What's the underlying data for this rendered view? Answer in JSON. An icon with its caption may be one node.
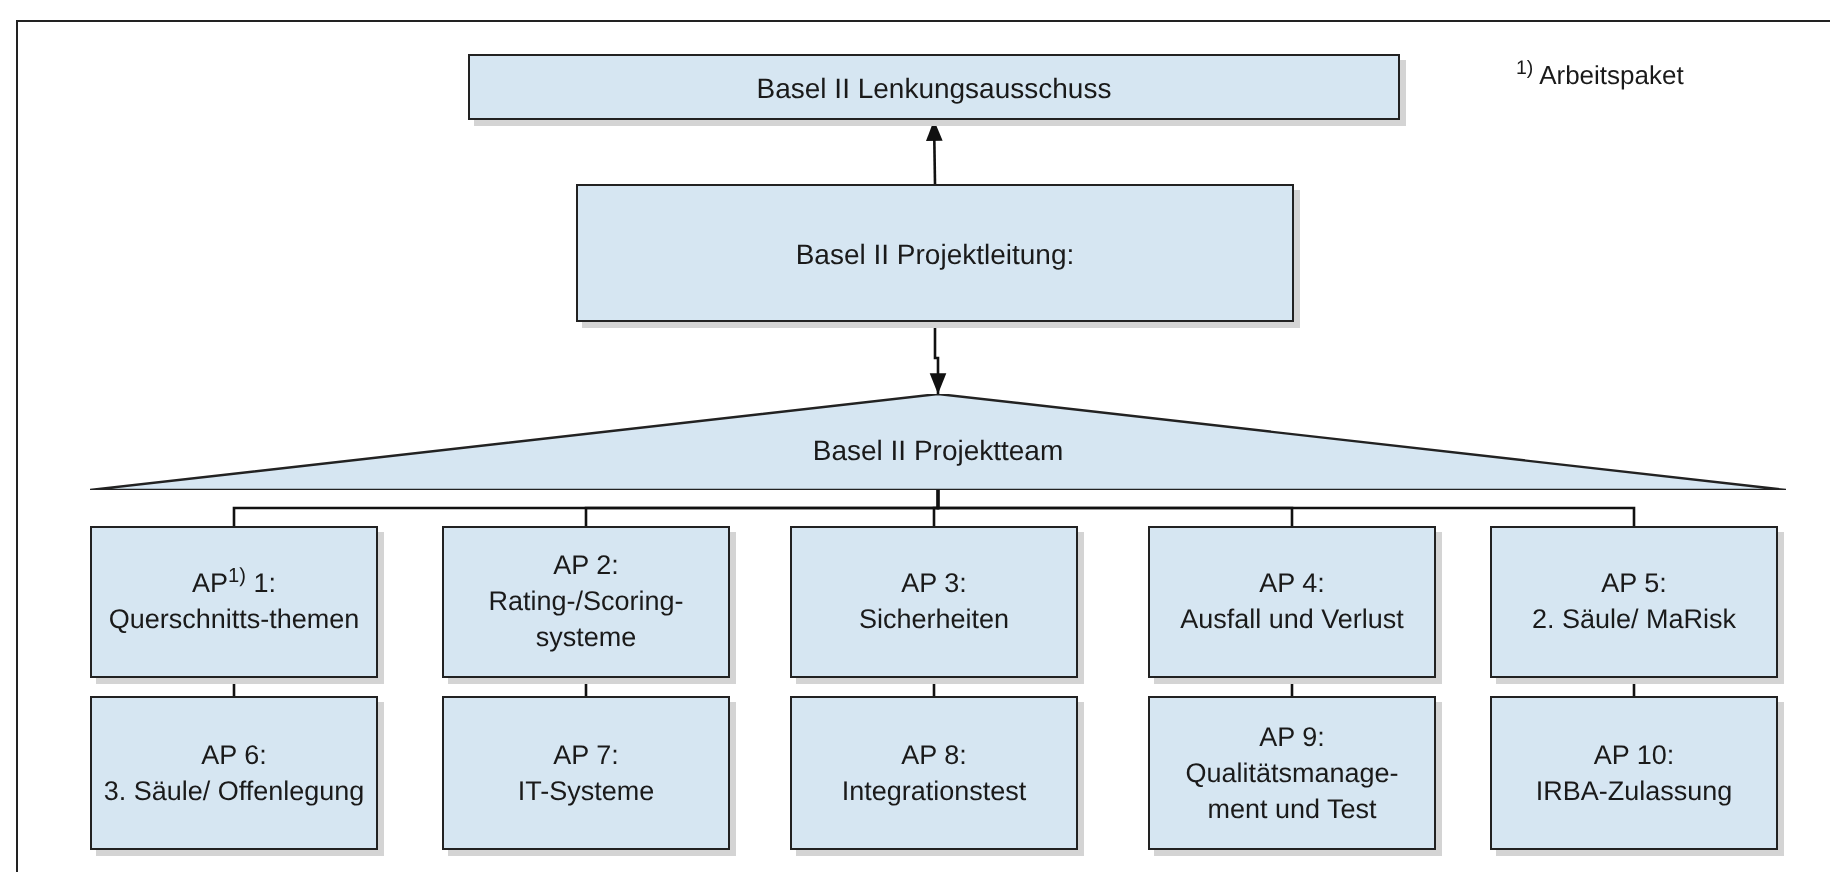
{
  "diagram": {
    "nodes": [
      {
        "text": [
          "Basel II Lenkungsausschuss"
        ]
      },
      {
        "text": [
          "Basel II Projektleitung:"
        ]
      },
      {
        "text": [
          "Basel II Projektteam"
        ]
      },
      {
        "text": [
          "AP$^{1)}$ 1:",
          "Querschnitts-themen"
        ]
      },
      {
        "text": [
          "AP 2:",
          "Rating-/Scoring-systeme"
        ]
      },
      {
        "text": [
          "AP 3:",
          "Sicherheiten"
        ]
      },
      {
        "text": [
          "AP 4:",
          "Ausfall und Verlust"
        ]
      },
      {
        "text": [
          "AP 5:",
          "2. Säule/ MaRisk"
        ]
      },
      {
        "text": [
          "AP 6:",
          "3. Säule/ Offenlegung"
        ]
      },
      {
        "text": [
          "AP 7:",
          "IT-Systeme"
        ]
      },
      {
        "text": [
          "AP 8:",
          "Integrationstest"
        ]
      },
      {
        "text": [
          "AP 9:",
          "Qualitätsmanage-ment und Test"
        ]
      },
      {
        "text": [
          "AP 10:",
          "IRBA-Zulassung"
        ]
      }
    ],
    "edges": [
      {
        "from": 1,
        "to": 0,
        "arrow": "to"
      },
      {
        "from": 1,
        "to": 2,
        "arrow": "to"
      },
      {
        "from": 2,
        "to": 3,
        "arrow": "none"
      },
      {
        "from": 2,
        "to": 4,
        "arrow": "none"
      },
      {
        "from": 2,
        "to": 5,
        "arrow": "none"
      },
      {
        "from": 2,
        "to": 6,
        "arrow": "none"
      },
      {
        "from": 2,
        "to": 7,
        "arrow": "none"
      },
      {
        "from": 3,
        "to": 8,
        "arrow": "none"
      },
      {
        "from": 4,
        "to": 9,
        "arrow": "none"
      },
      {
        "from": 5,
        "to": 10,
        "arrow": "none"
      },
      {
        "from": 6,
        "to": 11,
        "arrow": "none"
      },
      {
        "from": 7,
        "to": 12,
        "arrow": "none"
      }
    ],
    "labels": [
      "$^{1)}$ Arbeitspaket"
    ]
  }
}
